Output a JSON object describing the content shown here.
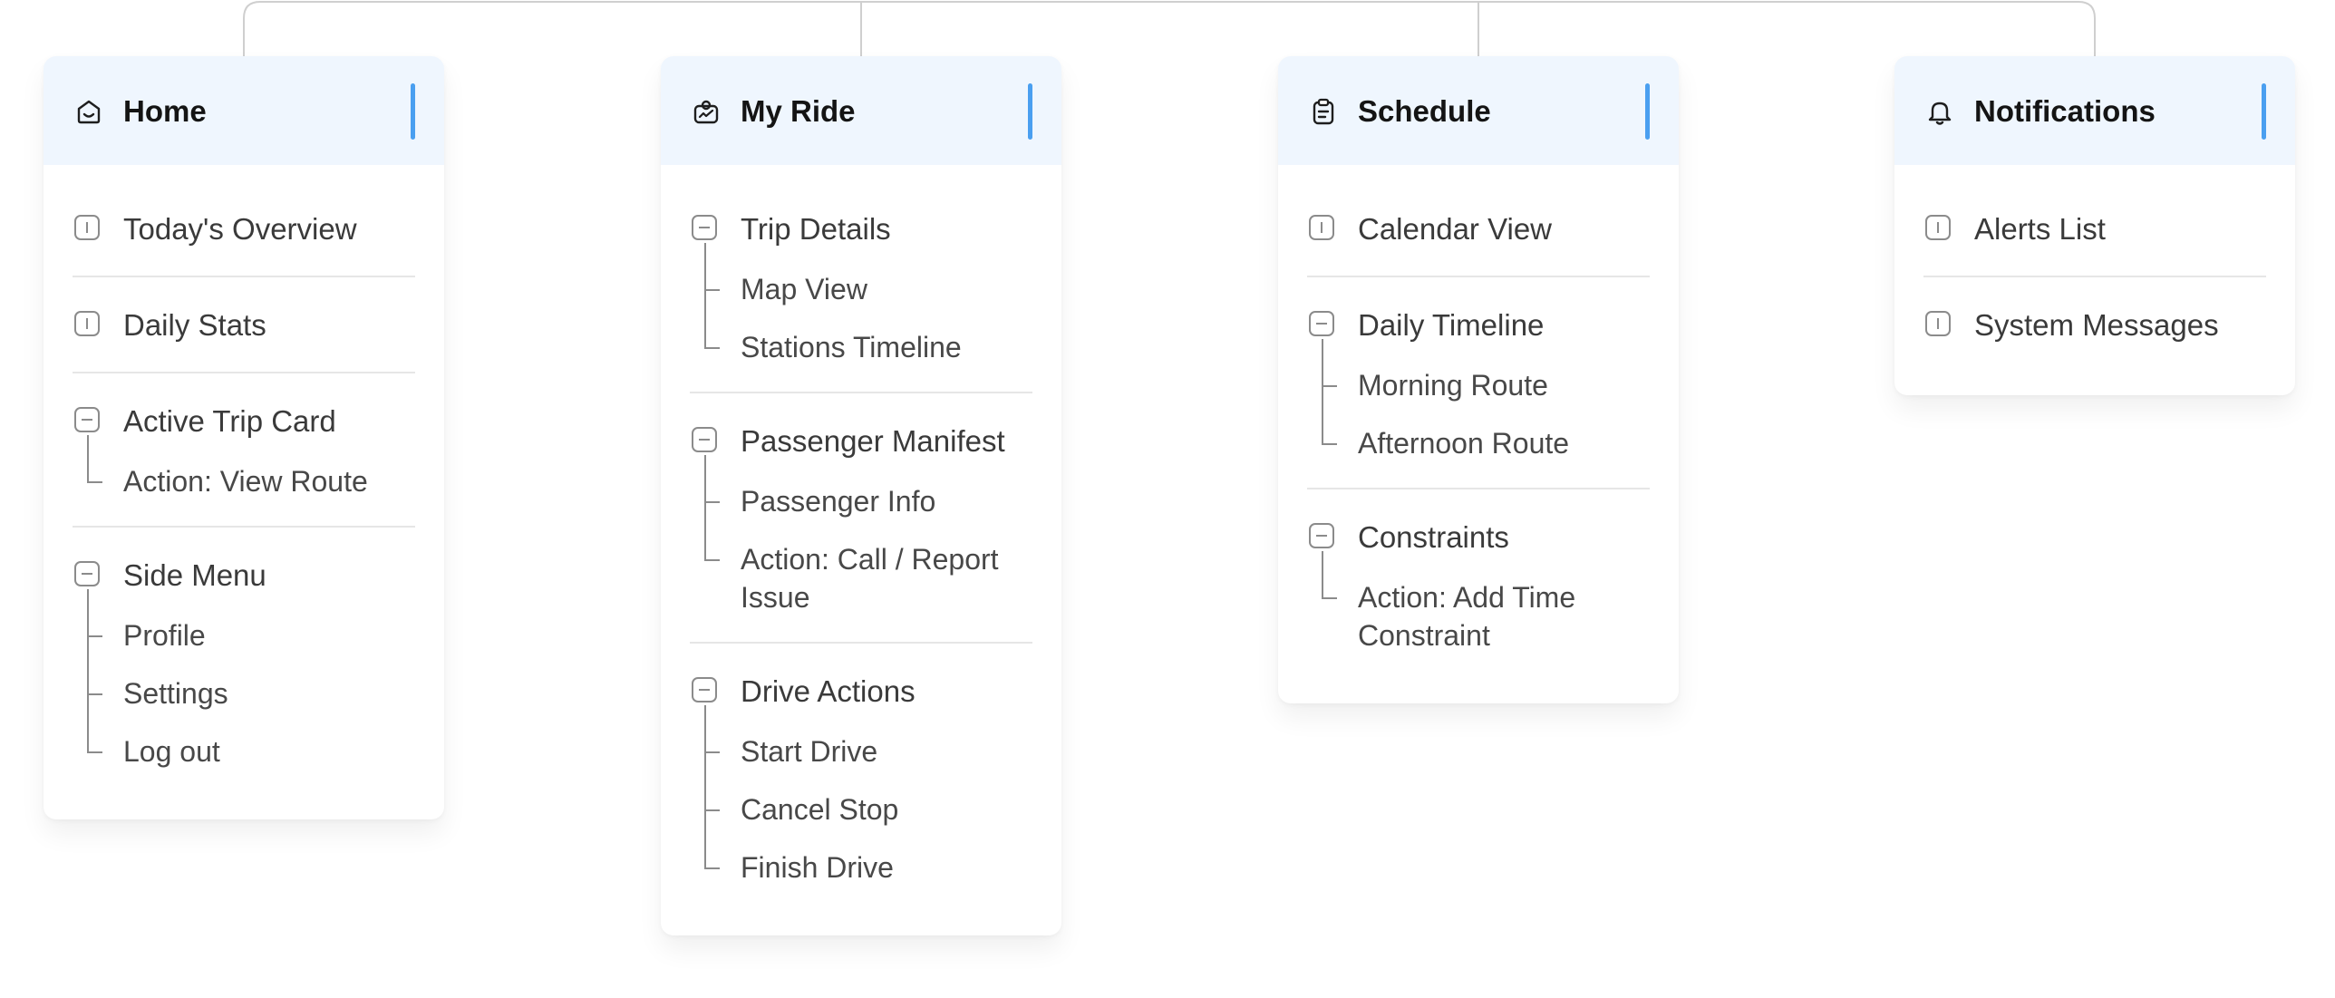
{
  "colors": {
    "header_bg": "#eff6fe",
    "accent": "#4a9ff0",
    "connector": "#cfcfcf",
    "text": "#3a3a3a"
  },
  "columns": [
    {
      "title": "Home",
      "icon": "home-smile-icon",
      "sections": [
        {
          "label": "Today's Overview",
          "expanded": false,
          "children": []
        },
        {
          "label": "Daily Stats",
          "expanded": false,
          "children": []
        },
        {
          "label": "Active Trip Card",
          "expanded": true,
          "children": [
            "Action: View Route"
          ]
        },
        {
          "label": "Side Menu",
          "expanded": true,
          "children": [
            "Profile",
            "Settings",
            "Log out"
          ]
        }
      ]
    },
    {
      "title": "My Ride",
      "icon": "steering-wheel-icon",
      "sections": [
        {
          "label": "Trip Details",
          "expanded": true,
          "children": [
            "Map View",
            "Stations Timeline"
          ]
        },
        {
          "label": "Passenger Manifest",
          "expanded": true,
          "children": [
            "Passenger Info",
            "Action: Call / Report Issue"
          ]
        },
        {
          "label": "Drive Actions",
          "expanded": true,
          "children": [
            "Start Drive",
            "Cancel Stop",
            "Finish Drive"
          ]
        }
      ]
    },
    {
      "title": "Schedule",
      "icon": "clipboard-icon",
      "sections": [
        {
          "label": "Calendar View",
          "expanded": false,
          "children": []
        },
        {
          "label": "Daily Timeline",
          "expanded": true,
          "children": [
            "Morning Route",
            "Afternoon Route"
          ]
        },
        {
          "label": "Constraints",
          "expanded": true,
          "children": [
            "Action: Add Time Constraint"
          ]
        }
      ]
    },
    {
      "title": "Notifications",
      "icon": "bell-icon",
      "sections": [
        {
          "label": "Alerts List",
          "expanded": false,
          "children": []
        },
        {
          "label": "System Messages",
          "expanded": false,
          "children": []
        }
      ]
    }
  ]
}
